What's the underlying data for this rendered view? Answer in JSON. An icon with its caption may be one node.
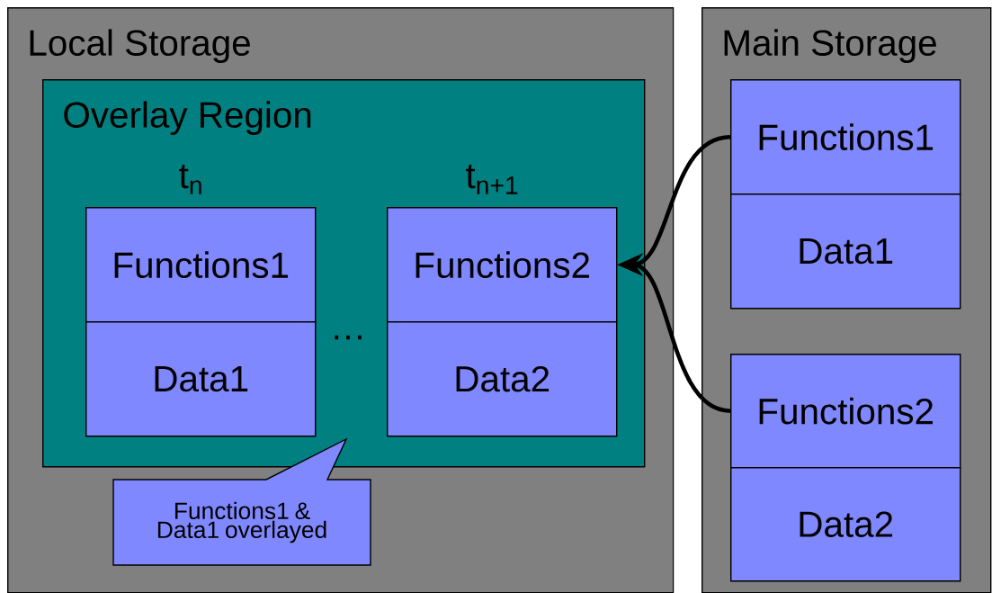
{
  "diagram": {
    "nodes": [
      {
        "text": [
          "Local Storage"
        ]
      },
      {
        "text": [
          "Overlay Region"
        ],
        "in": 0
      },
      {
        "text": [
          "Functions1"
        ],
        "in": 1,
        "beside": [
          "t$_{n}$"
        ]
      },
      {
        "text": [
          "Data1"
        ],
        "in": 1
      },
      {
        "text": [
          "Functions2"
        ],
        "in": 1,
        "beside": [
          "t$_{n+1}$"
        ]
      },
      {
        "text": [
          "Data2"
        ],
        "in": 1
      },
      {
        "text": [
          "Functions1 & Data1 overlayed"
        ],
        "in": 0
      },
      {
        "text": [
          "Main Storage"
        ]
      },
      {
        "text": [
          "Functions1"
        ],
        "in": 7
      },
      {
        "text": [
          "Data1"
        ],
        "in": 7
      },
      {
        "text": [
          "Functions2"
        ],
        "in": 7
      },
      {
        "text": [
          "Data2"
        ],
        "in": 7
      }
    ],
    "edges": [
      {
        "from": 8,
        "to": 4,
        "arrow": "to"
      },
      {
        "from": 10,
        "to": 4,
        "arrow": "to"
      }
    ],
    "labels": [
      "…"
    ]
  }
}
